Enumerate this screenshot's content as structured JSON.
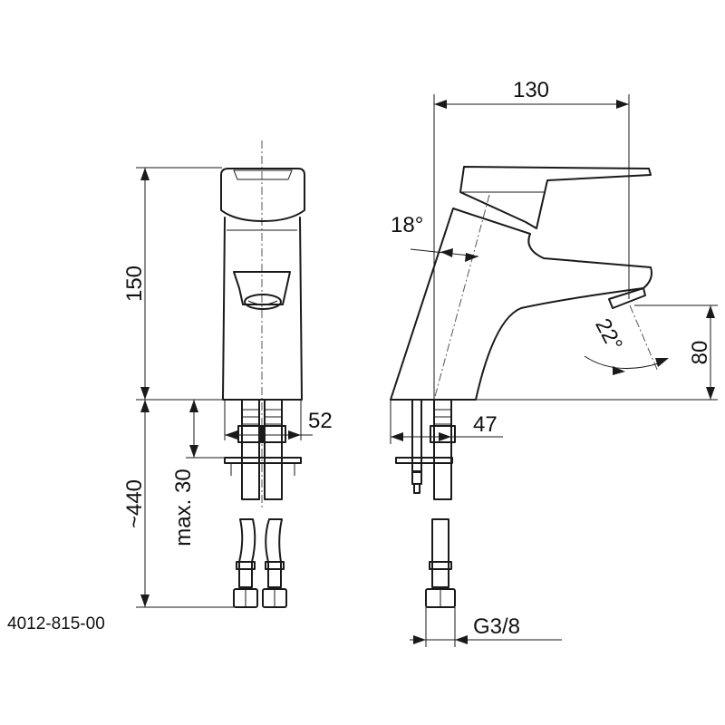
{
  "front_view": {
    "height_label": "150",
    "width_label": "52",
    "hose_length_label": "~440",
    "max_label": "max. 30"
  },
  "side_view": {
    "depth_label": "130",
    "base_label": "47",
    "spout_height_label": "80",
    "lever_angle_label": "18°",
    "spout_angle_label": "22°",
    "thread_label": "G3/8"
  },
  "part_number": "4012-815-00"
}
